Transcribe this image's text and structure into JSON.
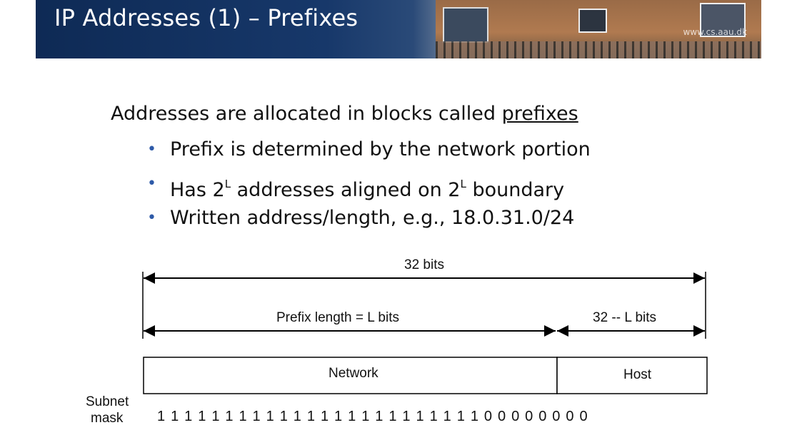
{
  "slide": {
    "title": "IP Addresses (1) – Prefixes",
    "banner_credit": "www.cs.aau.dk"
  },
  "content": {
    "heading_prefix": "Addresses are allocated in blocks called ",
    "heading_link": "prefixes",
    "bullets": [
      {
        "a": "Prefix is determined by the network portion",
        "sup1": "",
        "b": "",
        "sup2": "",
        "c": ""
      },
      {
        "a": "Has 2",
        "sup1": "L",
        "b": " addresses aligned on 2",
        "sup2": "L",
        "c": " boundary"
      },
      {
        "a": "Written address/length, e.g., 18.0.31.0/24",
        "sup1": "",
        "b": "",
        "sup2": "",
        "c": ""
      }
    ]
  },
  "diagram": {
    "total_label": "32 bits",
    "prefix_label": "Prefix length = L bits",
    "host_len_label": "32 -- L bits",
    "network_label": "Network",
    "host_label": "Host",
    "mask_label_1": "Subnet",
    "mask_label_2": "mask",
    "mask_bits": "1 1 1 1 1 1 1 1 1 1 1 1 1 1 1 1 1 1 1 1 1 1 1 1 0 0 0 0 0 0 0 0"
  },
  "colors": {
    "banner_dark": "#0e2a55",
    "bullet": "#2e5aa8"
  }
}
